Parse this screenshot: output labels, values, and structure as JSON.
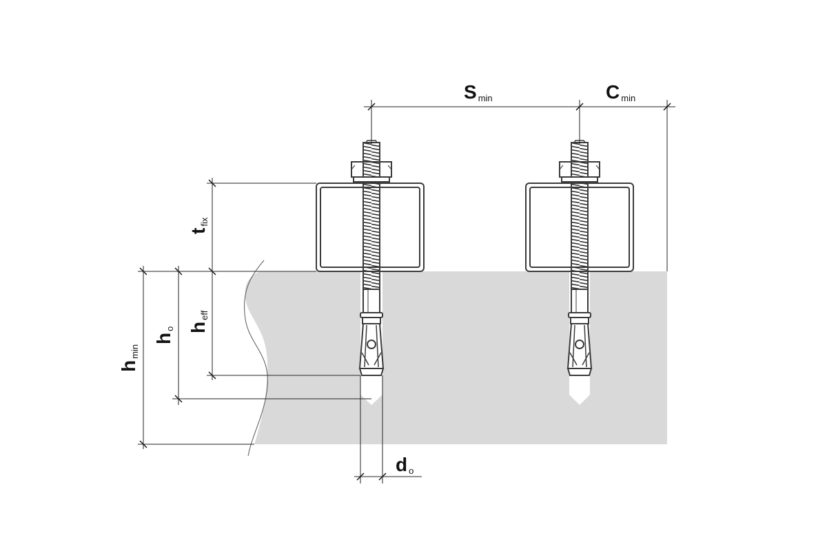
{
  "diagram": {
    "labels": {
      "s_min": {
        "main": "S",
        "sub": "min"
      },
      "c_min": {
        "main": "C",
        "sub": "min"
      },
      "t_fix": {
        "main": "t",
        "sub": "fix"
      },
      "h_eff": {
        "main": "h",
        "sub": "eff"
      },
      "h_o": {
        "main": "h",
        "sub": "o"
      },
      "h_min": {
        "main": "h",
        "sub": "min"
      },
      "d_o": {
        "main": "d",
        "sub": "o"
      }
    },
    "colors": {
      "concrete": "#d9d9d9",
      "steel_outline": "#3a3a3a",
      "dimension_line": "#222222",
      "background": "#ffffff"
    }
  }
}
